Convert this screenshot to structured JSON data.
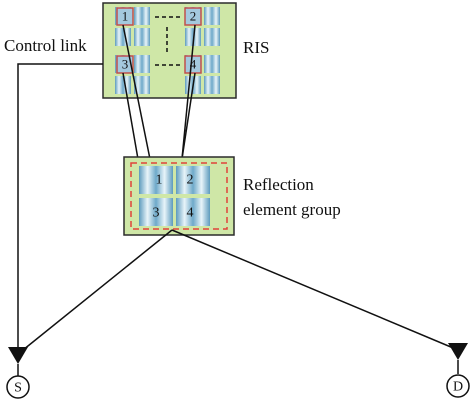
{
  "labels": {
    "control_link": "Control link",
    "ris": "RIS",
    "group_line1": "Reflection",
    "group_line2": "element group",
    "source": "S",
    "destination": "D"
  },
  "ris_elements": [
    "1",
    "2",
    "3",
    "4"
  ],
  "group_elements": [
    "1",
    "2",
    "3",
    "4"
  ],
  "colors": {
    "panel_fill": "#cfe7a7",
    "panel_border": "#2b2b2b",
    "tile_blue": "#7fb6d4",
    "tile_light": "#e6f3f8",
    "highlight": "#c0504d",
    "dashed_border": "#e0443a",
    "line": "#111111"
  },
  "icons": [
    "antenna-icon",
    "arrow-icon"
  ]
}
